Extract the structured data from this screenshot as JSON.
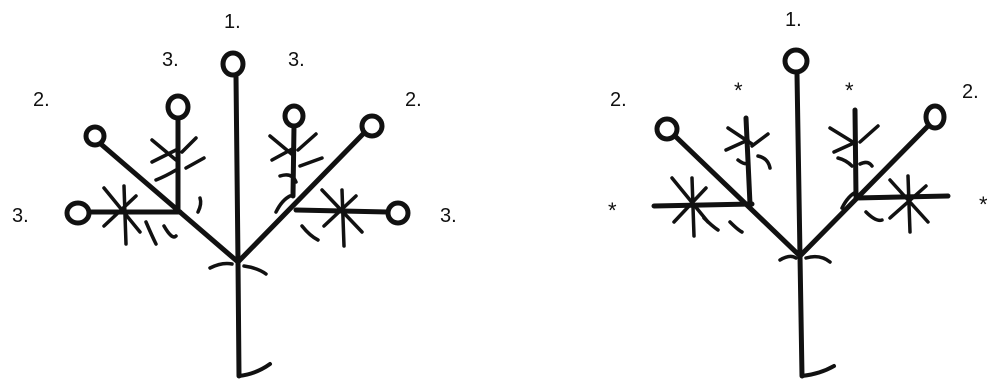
{
  "diagrams": [
    {
      "labels": {
        "top": "1.",
        "upper_left": "3.",
        "upper_right": "3.",
        "mid_left": "2.",
        "mid_right": "2.",
        "low_left": "3.",
        "low_right": "3."
      }
    },
    {
      "labels": {
        "top": "1.",
        "upper_left": "*",
        "upper_right": "*",
        "mid_left": "2.",
        "mid_right": "2.",
        "low_left": "*",
        "low_right": "*"
      }
    }
  ]
}
